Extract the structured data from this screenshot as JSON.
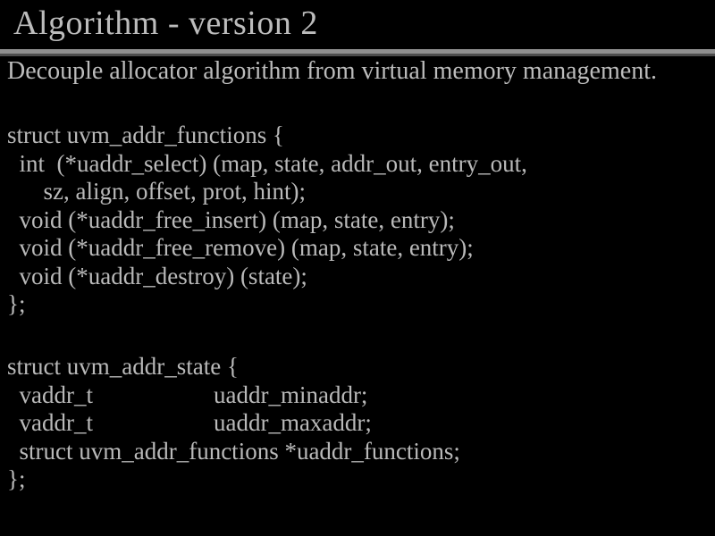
{
  "slide": {
    "title": "Algorithm - version 2",
    "subtitle": "Decouple allocator algorithm from virtual memory management.",
    "code_blocks": {
      "functions": "struct uvm_addr_functions {\n  int  (*uaddr_select) (map, state, addr_out, entry_out,\n      sz, align, offset, prot, hint);\n  void (*uaddr_free_insert) (map, state, entry);\n  void (*uaddr_free_remove) (map, state, entry);\n  void (*uaddr_destroy) (state);\n};",
      "state": "struct uvm_addr_state {\n  vaddr_t                    uaddr_minaddr;\n  vaddr_t                    uaddr_maxaddr;\n  struct uvm_addr_functions *uaddr_functions;\n};"
    },
    "colors": {
      "background": "#000000",
      "text": "#bcbcbc",
      "rule_light": "#8f8f8f",
      "rule_dark": "#4d4d4d"
    }
  }
}
